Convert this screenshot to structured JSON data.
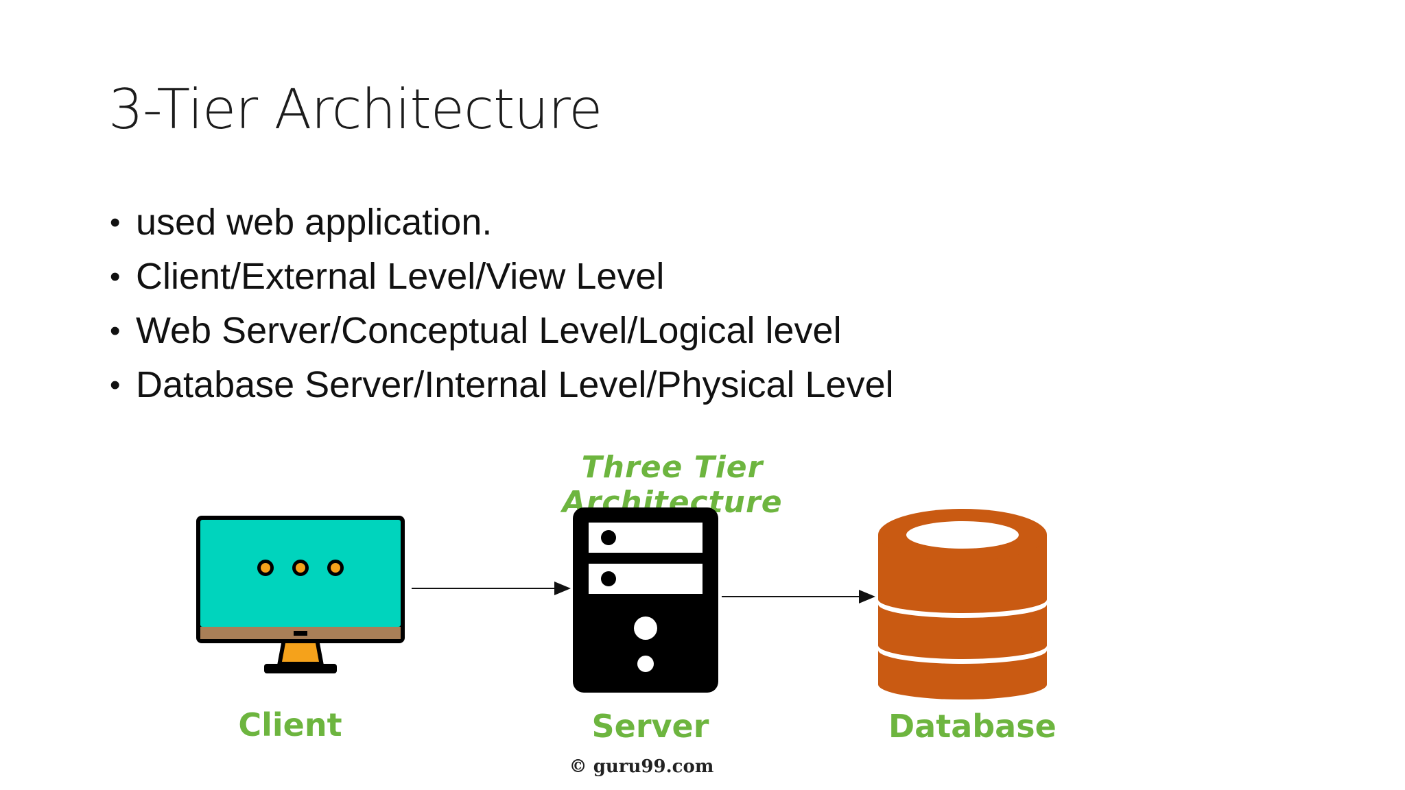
{
  "slide": {
    "title": "3-Tier Architecture",
    "bullets": [
      "used web application.",
      "Client/External Level/View Level",
      "Web Server/Conceptual Level/Logical level",
      "Database Server/Internal Level/Physical Level"
    ]
  },
  "diagram": {
    "title": "Three Tier Architecture",
    "tiers": [
      {
        "label": "Client",
        "icon": "monitor-icon"
      },
      {
        "label": "Server",
        "icon": "server-tower-icon"
      },
      {
        "label": "Database",
        "icon": "database-icon"
      }
    ],
    "credit": "© guru99.com",
    "colors": {
      "title_green": "#6db53f",
      "screen_teal": "#00d4bd",
      "monitor_bezel": "#a97f57",
      "monitor_stand": "#f5a21b",
      "server_body": "#000000",
      "database_orange": "#c95a12"
    }
  }
}
